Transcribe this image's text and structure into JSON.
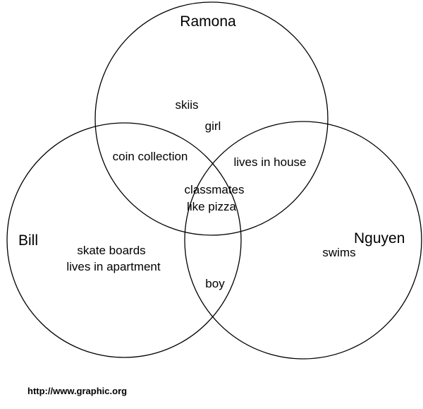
{
  "diagram": {
    "circles": [
      {
        "id": "ramona",
        "label": "Ramona"
      },
      {
        "id": "bill",
        "label": "Bill"
      },
      {
        "id": "nguyen",
        "label": "Nguyen"
      }
    ],
    "regions": {
      "ramona_only": [
        "skiis",
        "girl"
      ],
      "ramona_bill": [
        "coin collection"
      ],
      "ramona_nguyen": [
        "lives in house"
      ],
      "all_three": [
        "classmates",
        "like pizza"
      ],
      "bill_only": [
        "skate boards",
        "lives in apartment"
      ],
      "nguyen_only": [
        "swims"
      ],
      "bill_nguyen": [
        "boy"
      ]
    },
    "stroke_color": "#000000"
  },
  "footer": {
    "credit": "http://www.graphic.org"
  }
}
